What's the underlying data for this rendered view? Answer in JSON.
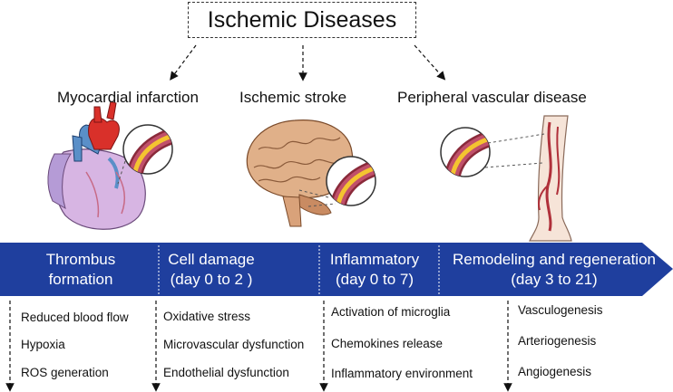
{
  "title": "Ischemic Diseases",
  "diseases": [
    {
      "label": "Myocardial infarction",
      "icon": "heart-illustration"
    },
    {
      "label": "Ischemic stroke",
      "icon": "brain-illustration"
    },
    {
      "label": "Peripheral vascular disease",
      "icon": "leg-illustration"
    }
  ],
  "stages": [
    {
      "line1": "Thrombus",
      "line2": "formation",
      "items": [
        "Reduced blood flow",
        "Hypoxia",
        "ROS generation"
      ]
    },
    {
      "line1": "Cell damage",
      "line2": "(day 0 to 2 )",
      "items": [
        "Oxidative stress",
        "Microvascular dysfunction",
        "Endothelial dysfunction"
      ]
    },
    {
      "line1": "Inflammatory",
      "line2": "(day 0 to 7)",
      "items": [
        "Activation of microglia",
        "Chemokines release",
        "Inflammatory environment"
      ]
    },
    {
      "line1": "Remodeling and regeneration",
      "line2": "(day 3 to 21)",
      "items": [
        "Vasculogenesis",
        "Arteriogenesis",
        "Angiogenesis"
      ]
    }
  ],
  "colors": {
    "banner": "#1f3f9e",
    "artery_wall": "#c0506a",
    "plaque": "#f4c430",
    "heart_red": "#d9302a",
    "heart_blue": "#5a8fc8",
    "heart_purple": "#b59bd6",
    "brain": "#d9a27a",
    "leg_skin": "#f6e4d8"
  }
}
